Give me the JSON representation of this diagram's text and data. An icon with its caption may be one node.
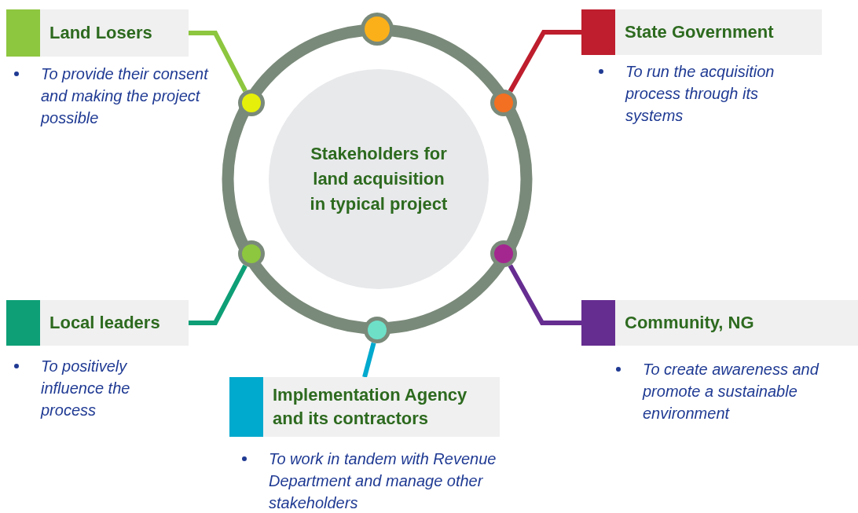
{
  "diagram": {
    "nodes": [
      {
        "text": [
          "Land Losers"
        ],
        "beside": [
          "To provide their consent and making the project possible"
        ]
      },
      {
        "text": [],
        "shape": "circle"
      },
      {
        "text": [
          "State Government"
        ],
        "beside": [
          "To run the acquisition process through its systems"
        ]
      },
      {
        "text": [],
        "shape": "circle"
      },
      {
        "text": [],
        "shape": "circle"
      },
      {
        "text": [
          "Stakeholders for land acquisition in typical project"
        ]
      },
      {
        "text": [],
        "shape": "circle"
      },
      {
        "text": [],
        "shape": "circle"
      },
      {
        "text": [
          "Local leaders"
        ],
        "beside": [
          "To positively influence the process"
        ]
      },
      {
        "text": [
          "Community, NG"
        ],
        "beside": [
          "To create awareness and promote a sustainable environment"
        ]
      },
      {
        "text": [],
        "shape": "circle"
      },
      {
        "text": [
          "Implementation Agency and its contractors"
        ],
        "beside": [
          "To work in tandem with Revenue Department and manage other stakeholders"
        ]
      }
    ],
    "edges": [
      {
        "from": 3,
        "to": 0,
        "arrow": "none",
        "color": "#8dc63f"
      },
      {
        "from": 4,
        "to": 2,
        "arrow": "none",
        "color": "#be1e2d"
      },
      {
        "from": 6,
        "to": 8,
        "arrow": "none",
        "color": "#0e9f77"
      },
      {
        "from": 7,
        "to": 9,
        "arrow": "none",
        "color": "#662d91"
      },
      {
        "from": 10,
        "to": 11,
        "arrow": "none",
        "color": "#00a9ce"
      }
    ]
  }
}
